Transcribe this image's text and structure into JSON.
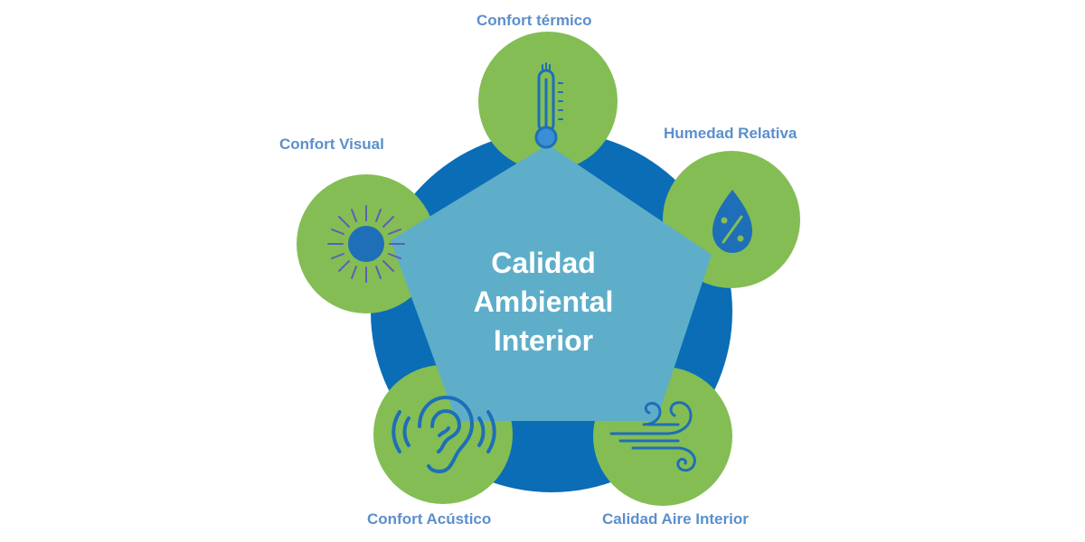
{
  "center": {
    "title_lines": [
      "Calidad",
      "Ambiental",
      "Interior"
    ]
  },
  "nodes": [
    {
      "id": "thermal",
      "label": "Confort térmico",
      "icon": "thermometer-icon"
    },
    {
      "id": "humidity",
      "label": "Humedad Relativa",
      "icon": "humidity-drop-icon"
    },
    {
      "id": "air",
      "label": "Calidad Aire Interior",
      "icon": "wind-icon"
    },
    {
      "id": "acoustic",
      "label": "Confort Acústico",
      "icon": "ear-icon"
    },
    {
      "id": "visual",
      "label": "Confort Visual",
      "icon": "sun-icon"
    }
  ],
  "colors": {
    "outer_ring": "#0a6db5",
    "pentagon": "#5eaec9",
    "node_fill": "#84bd54",
    "icon_stroke": "#1e6fb7",
    "label_text": "#5b8fcd",
    "center_text": "#ffffff"
  }
}
